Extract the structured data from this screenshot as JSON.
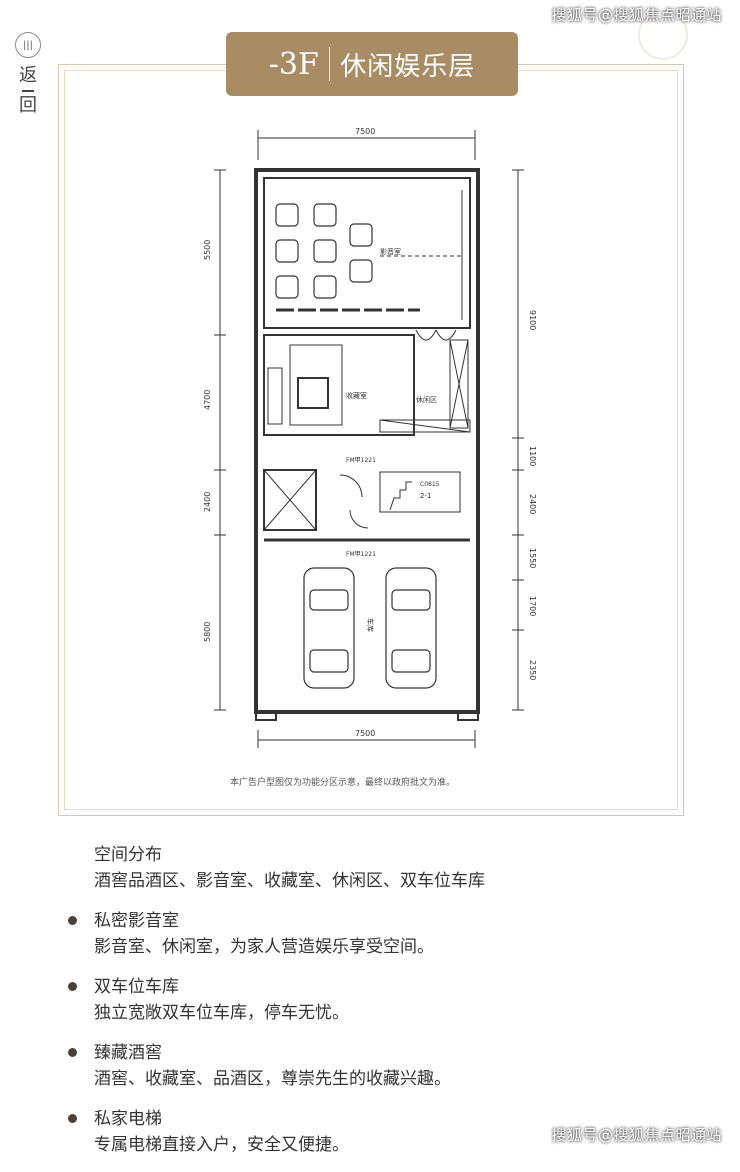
{
  "nav": {
    "menu_glyph": "|||",
    "back_label_1": "返",
    "back_label_2": "回"
  },
  "watermark": "搜狐号@搜狐焦点昭通站",
  "header": {
    "floor_code": "-3F",
    "floor_name": "休闲娱乐层"
  },
  "plan": {
    "dim_top": "7500",
    "dim_bottom": "7500",
    "dims_left": [
      "5500",
      "4700",
      "2400",
      "5800"
    ],
    "dims_right": [
      "9100",
      "1100",
      "2400",
      "1550",
      "1700",
      "2350"
    ],
    "room_labels": [
      "影音室",
      "收藏室",
      "休闲区",
      "车库"
    ],
    "door_codes": [
      "FM甲1221",
      "FM甲1221",
      "C0815"
    ],
    "stair_label": "2-1"
  },
  "disclaimer": "本广告户型图仅为功能分区示意，最终以政府批文为准。",
  "features": [
    {
      "title": "空间分布",
      "desc": "酒窖品酒区、影音室、收藏室、休闲区、双车位车库",
      "bullet": false
    },
    {
      "title": "私密影音室",
      "desc": "影音室、休闲室，为家人营造娱乐享受空间。",
      "bullet": true
    },
    {
      "title": "双车位车库",
      "desc": "独立宽敞双车位车库，停车无忧。",
      "bullet": true
    },
    {
      "title": "臻藏酒窖",
      "desc": "酒窖、收藏室、品酒区，尊崇先生的收藏兴趣。",
      "bullet": true
    },
    {
      "title": "私家电梯",
      "desc": "专属电梯直接入户，安全又便捷。",
      "bullet": true
    }
  ],
  "colors": {
    "gold": "#a98c64",
    "frame": "#d8c7ad",
    "text": "#333333"
  }
}
